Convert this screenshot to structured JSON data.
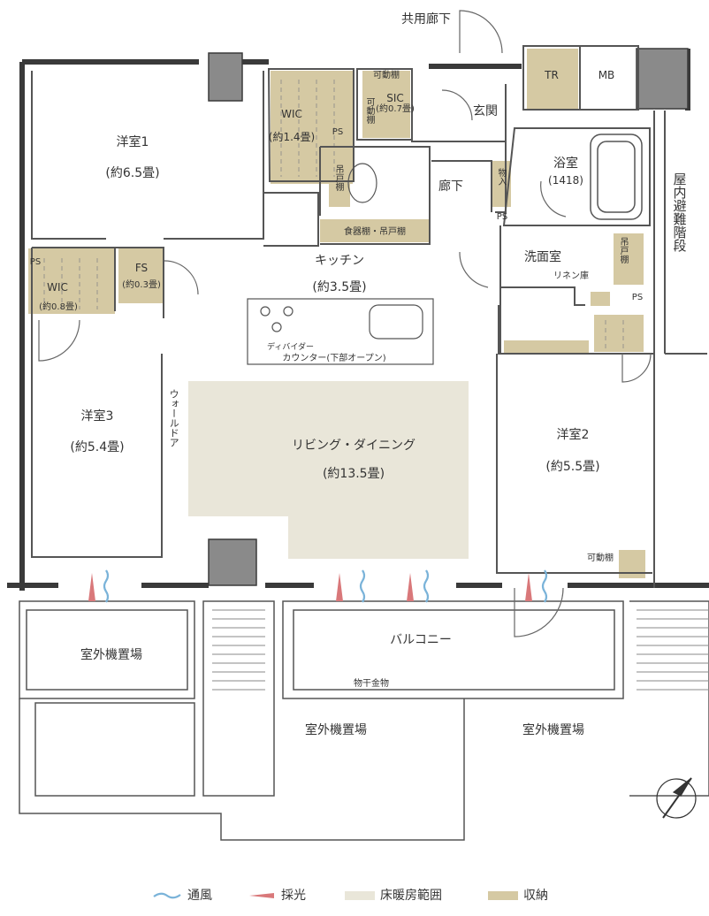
{
  "rooms": {
    "western1": {
      "name": "洋室1",
      "size": "(約6.5畳)"
    },
    "western2": {
      "name": "洋室2",
      "size": "(約5.5畳)"
    },
    "western3": {
      "name": "洋室3",
      "size": "(約5.4畳)"
    },
    "ld": {
      "name": "リビング・ダイニング",
      "size": "(約13.5畳)"
    },
    "kitchen": {
      "name": "キッチン",
      "size": "(約3.5畳)"
    },
    "wic1": {
      "name": "WIC",
      "size": "(約1.4畳)"
    },
    "wic2": {
      "name": "WIC",
      "size": "(約0.8畳)"
    },
    "fs": {
      "name": "FS",
      "size": "(約0.3畳)"
    },
    "sic": {
      "name": "SIC",
      "size": "(約0.7畳)"
    },
    "entrance": "玄関",
    "hallway": "廊下",
    "bath": {
      "name": "浴室",
      "size": "(1418)"
    },
    "washroom": "洗面室",
    "balcony": "バルコニー"
  },
  "labels": {
    "common_corridor": "共用廊下",
    "tr": "TR",
    "mb": "MB",
    "ps": "PS",
    "movable_shelf": "可動棚",
    "movable_shelf_v": "可動棚",
    "hanging_cabinet": "吊戸棚",
    "dish_shelf": "食器棚・吊戸棚",
    "storage": "物入",
    "linen": "リネン庫",
    "divider": "ディバイダー",
    "counter": "カウンター(下部オープン)",
    "wall_door": "ウォールドア",
    "indoor_stairs": "屋内避難階段",
    "outdoor_unit": "室外機置場",
    "clothes_hanger": "物干金物"
  },
  "legend": [
    {
      "label": "通風",
      "color": "#7ab3d9",
      "type": "wave"
    },
    {
      "label": "採光",
      "color": "#d9787a",
      "type": "triangle"
    },
    {
      "label": "床暖房範囲",
      "color": "#e9e6d9",
      "type": "fill"
    },
    {
      "label": "収納",
      "color": "#d5c9a3",
      "type": "fill"
    }
  ],
  "colors": {
    "floor_heating": "#e9e6d9",
    "storage": "#d5c9a3",
    "wall": "#3a3a3a",
    "wall_fill": "#8a8a8a",
    "line": "#555555"
  }
}
